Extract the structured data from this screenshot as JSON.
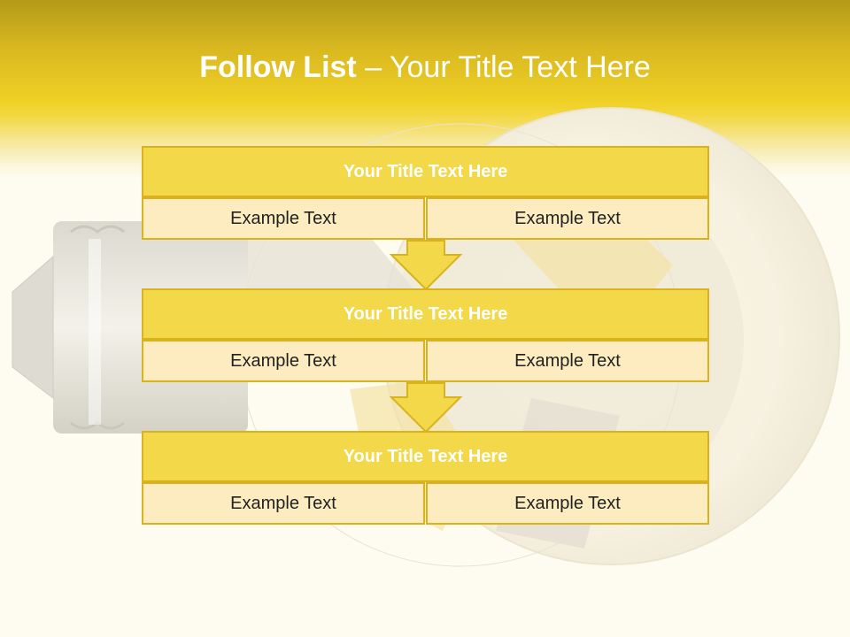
{
  "title": {
    "bold": "Follow List",
    "rest": " – Your Title Text Here"
  },
  "steps": [
    {
      "title": "Your Title Text Here",
      "left": "Example Text",
      "right": "Example Text"
    },
    {
      "title": "Your Title Text Here",
      "left": "Example Text",
      "right": "Example Text"
    },
    {
      "title": "Your Title Text Here",
      "left": "Example Text",
      "right": "Example Text"
    }
  ],
  "colors": {
    "accent": "#f3d84a",
    "border": "#d9b21e",
    "cell": "#fcecc0",
    "background": "#fefbf0"
  },
  "icons": {
    "background_graphic": "light-bulb-icon",
    "connector": "arrow-down-icon"
  }
}
